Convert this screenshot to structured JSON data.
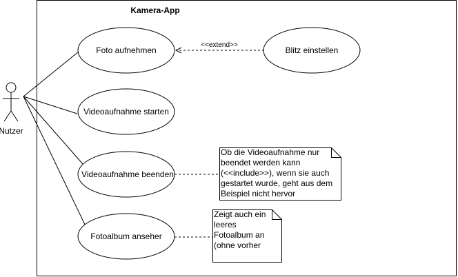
{
  "system": {
    "title": "Kamera-App"
  },
  "actor": {
    "name": "Nutzer"
  },
  "use_cases": [
    {
      "id": "foto",
      "label": "Foto aufnehmen"
    },
    {
      "id": "video_start",
      "label": "Videoaufnahme starten"
    },
    {
      "id": "video_end",
      "label": "Videoaufnahme beenden"
    },
    {
      "id": "album",
      "label": "Fotoalbum anseher"
    },
    {
      "id": "blitz",
      "label": "Blitz einstellen"
    }
  ],
  "relations": {
    "extend_label": "<<extend>>"
  },
  "notes": {
    "video_note": [
      "Ob die Videoaufnahme nur",
      "beendet werden kann",
      "(<<include>>), wenn sie auch",
      "gestartet wurde, geht aus dem",
      "Beispiel nicht hervor"
    ],
    "album_note": [
      "Zeigt auch ein",
      "leeres",
      "Fotoalbum an",
      "(ohne vorher"
    ]
  }
}
